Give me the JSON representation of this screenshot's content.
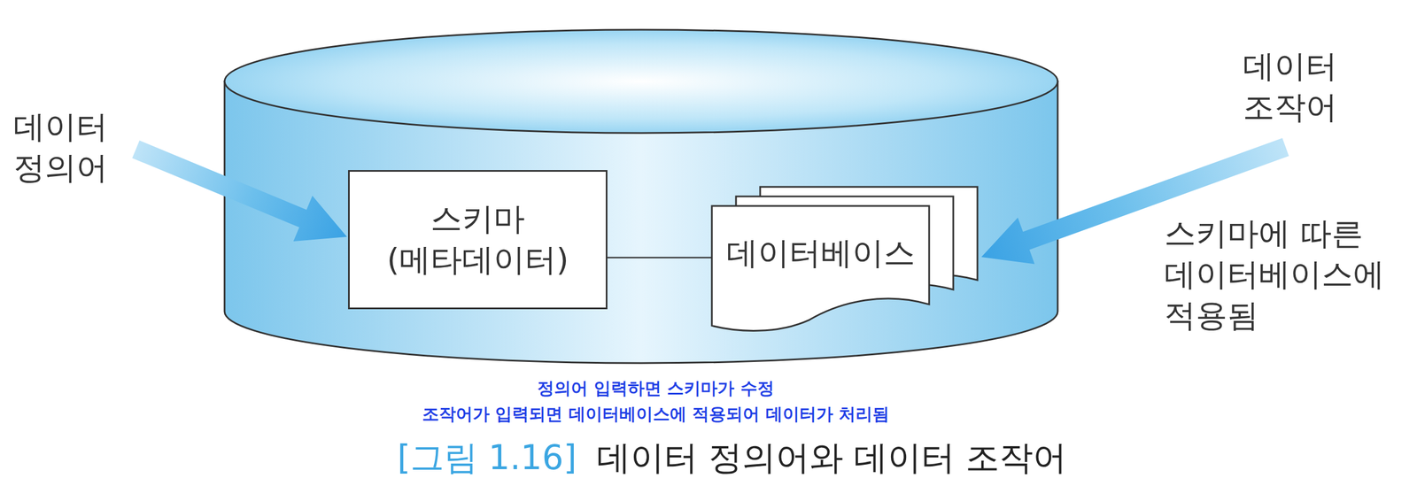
{
  "diagram": {
    "caption": "데이터 정의어와 데이터 조작어",
    "nodes": [
      {
        "text": [
          "스키마 (메타데이터)"
        ]
      },
      {
        "text": [
          "데이터베이스"
        ]
      }
    ],
    "edges": [
      {
        "from": 0,
        "to": 1,
        "arrow": "none"
      }
    ],
    "labels": [
      "데이터 정의어",
      "데이터 조작어",
      "스키마에 따른 데이터베이스에 적용됨",
      "정의어 입력하면 스키마가 수정",
      "조작어가 입력되면 데이터베이스에 적용되어 데이터가 처리됨",
      "[그림 1.16]"
    ]
  }
}
